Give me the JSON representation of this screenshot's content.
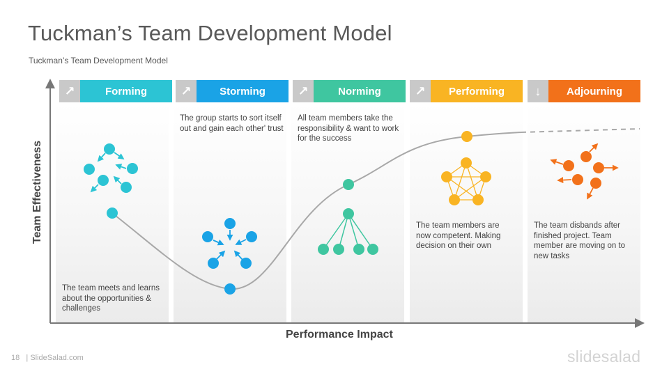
{
  "title": "Tuckman’s Team Development Model",
  "subtitle": "Tuckman’s Team Development Model",
  "x_axis_label": "Performance Impact",
  "y_axis_label": "Team Effectiveness",
  "stages": [
    {
      "name": "Forming",
      "icon": "arrow-up-right-icon",
      "color": "#2cc4d4",
      "description": "The team meets and learns about the opportunities & challenges"
    },
    {
      "name": "Storming",
      "icon": "arrow-up-right-icon",
      "color": "#1aa3e6",
      "description": "The group starts to sort itself out and gain each other' trust"
    },
    {
      "name": "Norming",
      "icon": "arrow-up-right-icon",
      "color": "#3fc6a0",
      "description": "All team members take the responsibility & want to work for the success"
    },
    {
      "name": "Performing",
      "icon": "arrow-up-right-icon",
      "color": "#f9b423",
      "description": "The team members are now competent. Making decision on their own"
    },
    {
      "name": "Adjourning",
      "icon": "arrow-down-icon",
      "color": "#f2711a",
      "description": "The team disbands after finished project. Team member are moving on to new tasks"
    }
  ],
  "footer": {
    "page_number": "18",
    "source": "| SlideSalad.com"
  },
  "brand": "slidesalad"
}
